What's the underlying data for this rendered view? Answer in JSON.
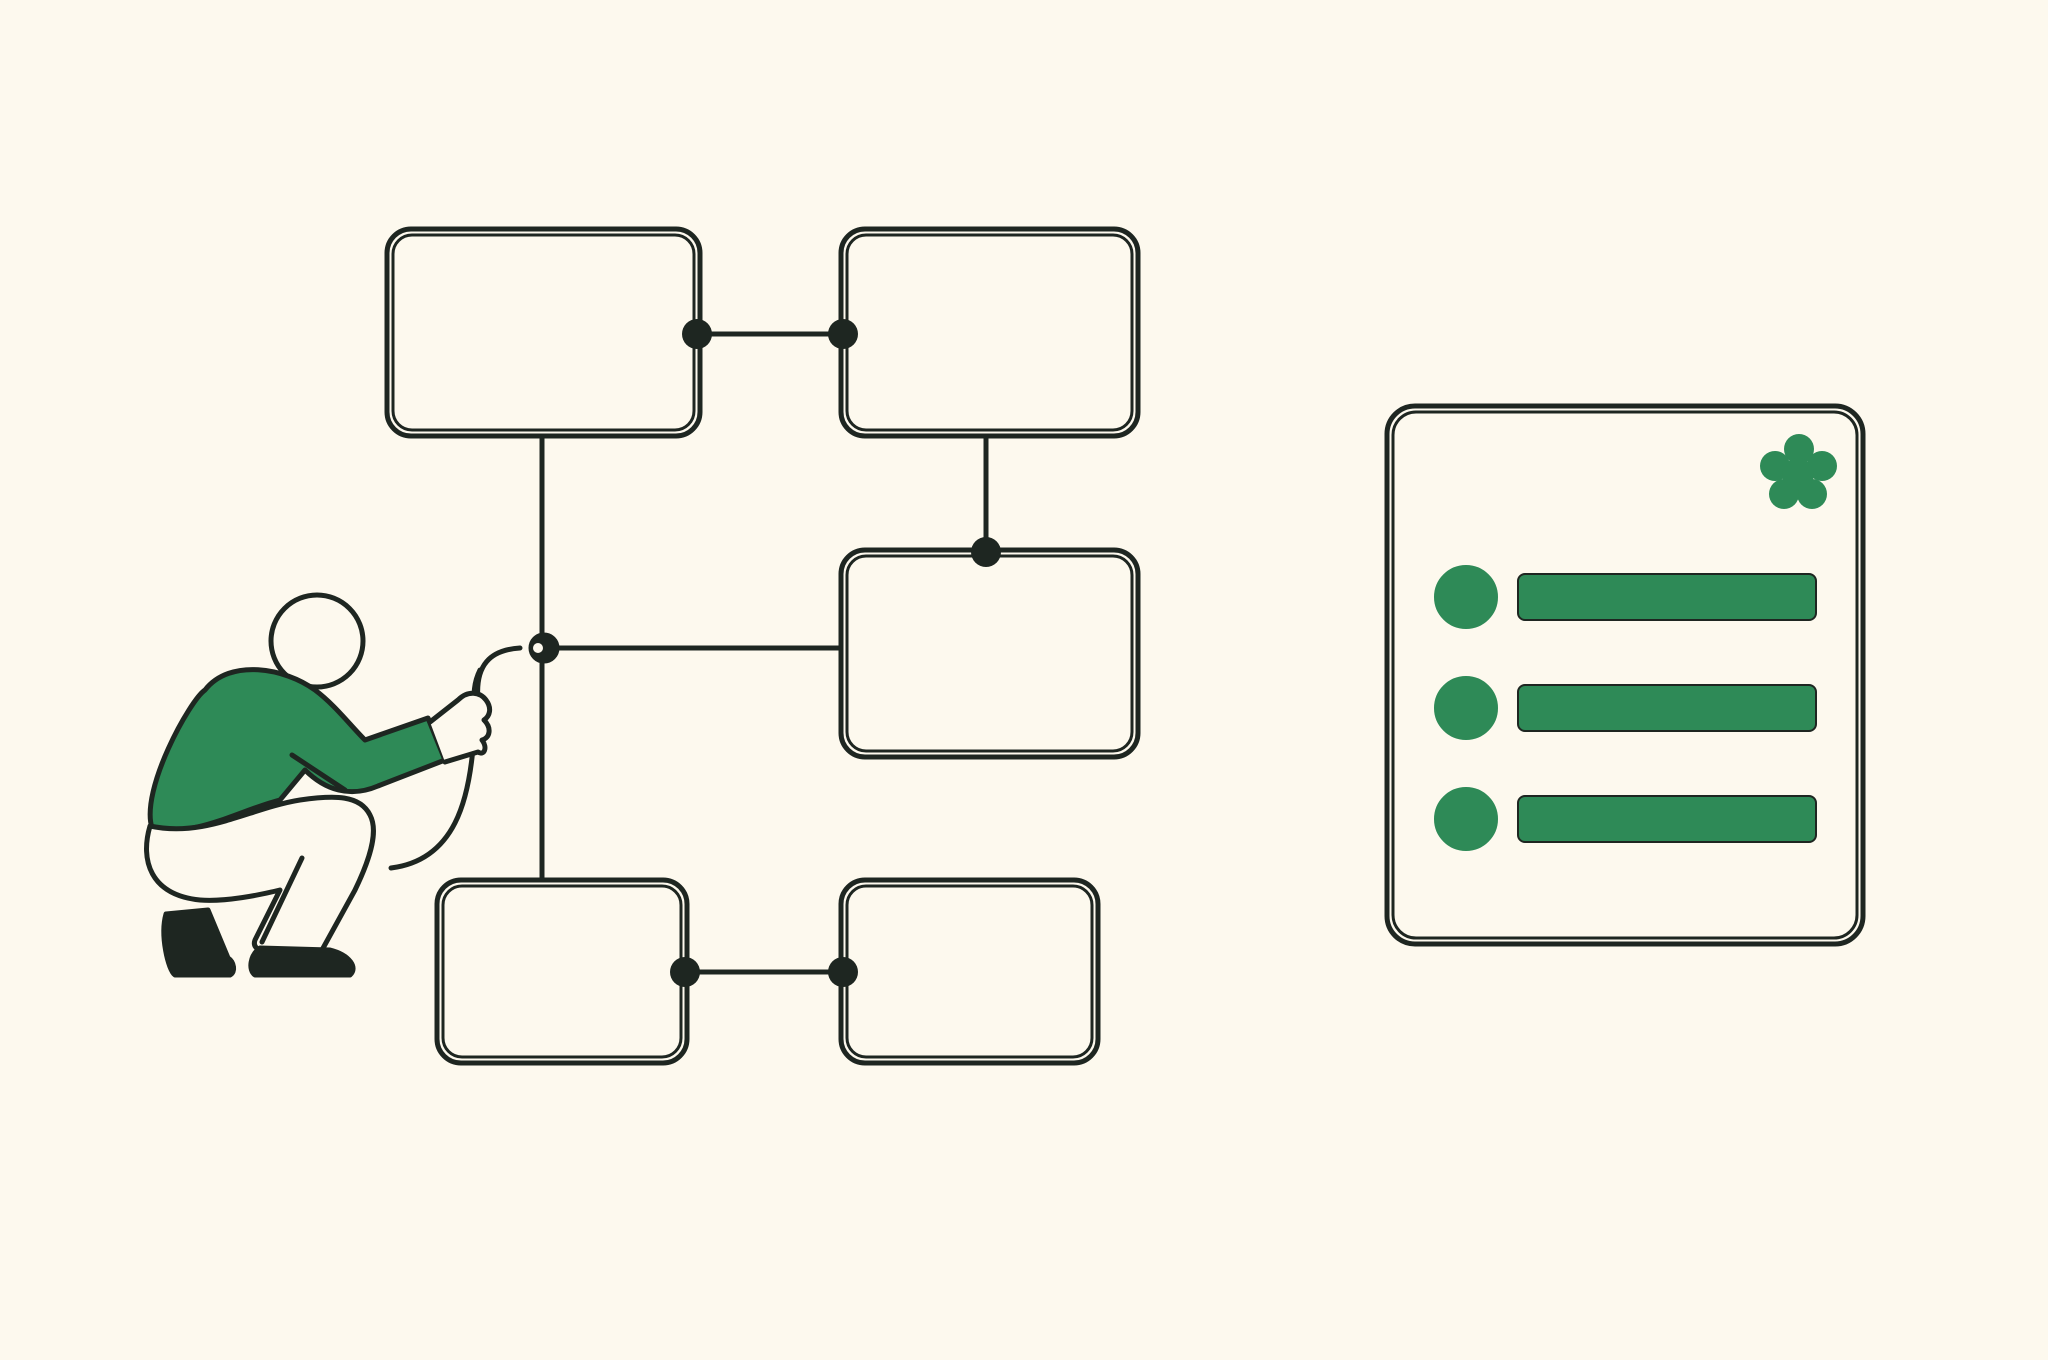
{
  "theme": {
    "background": "#FDF9EE",
    "ink": "#1E2621",
    "accent": "#2E8A57",
    "card_fill": "#FDF9EE"
  },
  "diagram": {
    "nodes": [
      {
        "id": "node-1"
      },
      {
        "id": "node-2"
      },
      {
        "id": "node-3"
      },
      {
        "id": "node-4"
      },
      {
        "id": "node-5"
      }
    ],
    "edges": [
      {
        "from": "node-1",
        "to": "node-2"
      },
      {
        "from": "node-2",
        "to": "node-3"
      },
      {
        "from": "node-1",
        "to": "node-3"
      },
      {
        "from": "node-1",
        "to": "node-4"
      },
      {
        "from": "node-4",
        "to": "node-5"
      }
    ]
  },
  "illustration": {
    "figure": "person-crouching-holding-cable",
    "icon": "person-figure-icon"
  },
  "side_panel": {
    "corner_icon": "flower-icon",
    "list": {
      "item_count": 3,
      "bullet_icon": "dot-bullet-icon"
    }
  }
}
